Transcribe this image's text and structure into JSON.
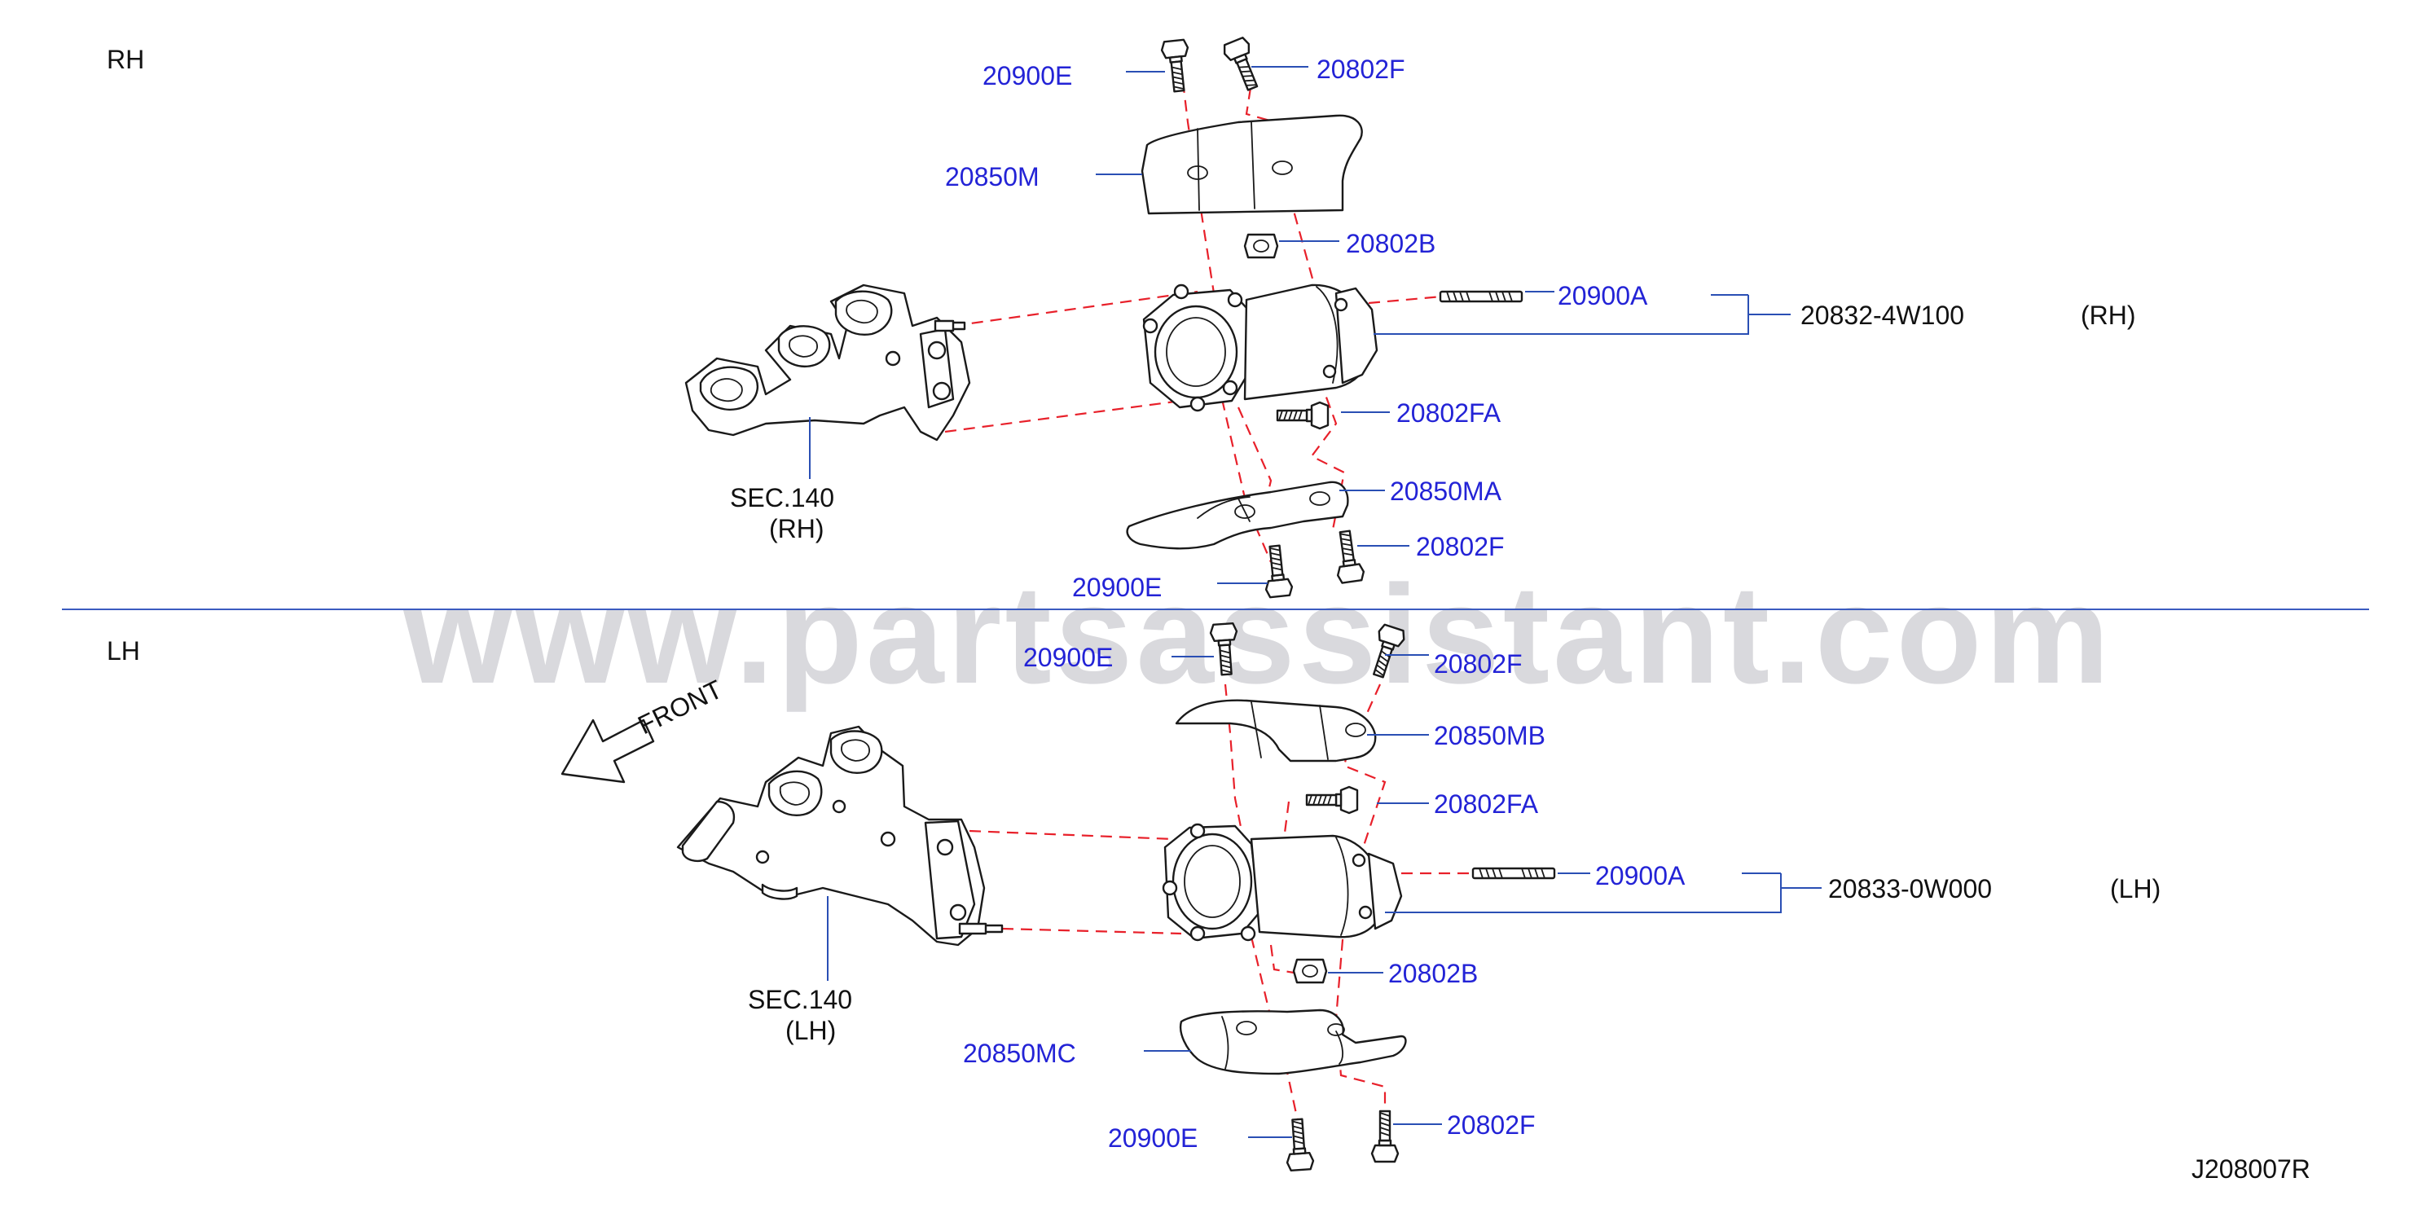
{
  "sections": {
    "rh": "RH",
    "lh": "LH"
  },
  "watermark": "www.partsassistant.com",
  "diagram_code": "J208007R",
  "front_label": "FRONT",
  "assemblies": {
    "rh": {
      "part": "20832-4W100",
      "side": "(RH)"
    },
    "lh": {
      "part": "20833-0W000",
      "side": "(LH)"
    }
  },
  "manifolds": {
    "rh": {
      "ref": "SEC.140",
      "side": "(RH)"
    },
    "lh": {
      "ref": "SEC.140",
      "side": "(LH)"
    }
  },
  "rh_labels": {
    "bolt_top_left": "20900E",
    "bolt_top_right": "20802F",
    "shield_upper": "20850M",
    "nut": "20802B",
    "stud": "20900A",
    "bolt_side": "20802FA",
    "shield_lower": "20850MA",
    "bolt_bottom_right": "20802F",
    "bolt_bottom_left": "20900E"
  },
  "lh_labels": {
    "bolt_top_left": "20900E",
    "bolt_top_right": "20802F",
    "shield_upper": "20850MB",
    "bolt_side": "20802FA",
    "stud": "20900A",
    "nut": "20802B",
    "shield_lower": "20850MC",
    "bolt_bottom_left": "20900E",
    "bolt_bottom_right": "20802F"
  },
  "colors": {
    "part_number_text": "#2323d6",
    "leader_line": "#2a4fb4",
    "alignment_dash": "#e8202a",
    "divider": "#3b5bc0"
  }
}
